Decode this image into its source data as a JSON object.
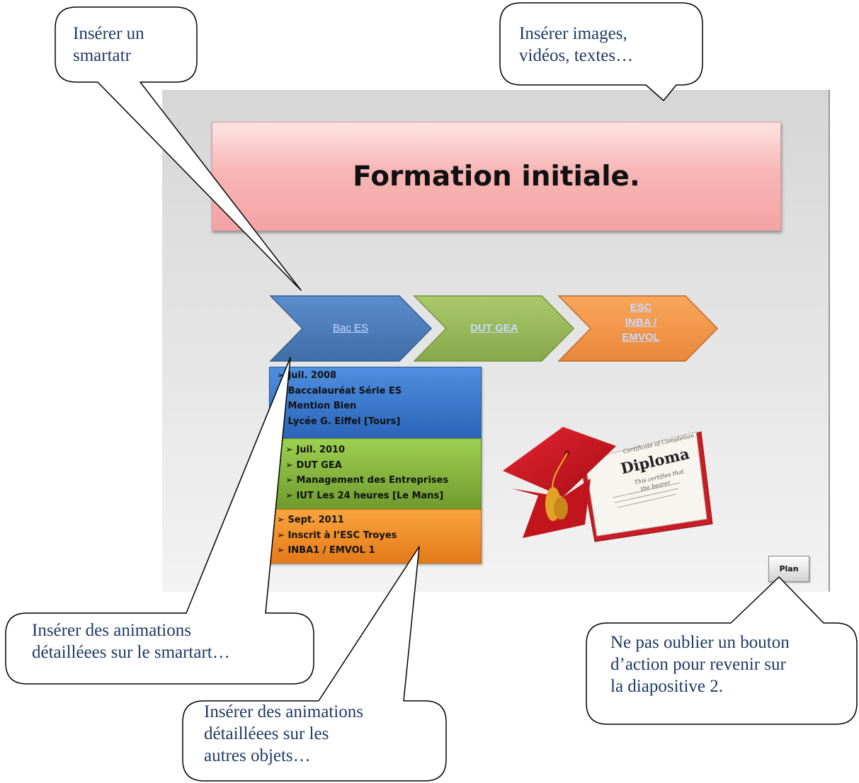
{
  "slide": {
    "title": "Formation initiale.",
    "chevrons": [
      {
        "label": "Bac ES",
        "color": "#4f81bd"
      },
      {
        "label": "DUT GEA",
        "color": "#9bbb59"
      },
      {
        "label_line1": "ESC",
        "label_line2": "INBA /",
        "label_line3": "EMVOL",
        "color": "#f79646"
      }
    ],
    "panels": {
      "blue": [
        "Juil. 2008",
        "Baccalauréat Série ES",
        "Mention Bien",
        "Lycée G. Eiffel [Tours]"
      ],
      "green": [
        "Juil. 2010",
        "DUT GEA",
        "Management des Entreprises",
        "IUT Les 24 heures [Le Mans]"
      ],
      "orange": [
        "Sept. 2011",
        "Inscrit à l’ESC Troyes",
        "INBA1 / EMVOL 1"
      ]
    },
    "diploma": {
      "cert_line": "Certificate of Completion",
      "title": "Diploma",
      "line1": "This certifies that",
      "line2": "the bearer"
    },
    "plan_button": "Plan"
  },
  "callouts": {
    "smartart": {
      "line1": "Insérer un",
      "line2": "smartatr"
    },
    "media": {
      "line1": "Insérer images,",
      "line2": "vidéos, textes…"
    },
    "anim_smartart": {
      "line1": "Insérer des animations",
      "line2": "détailléees sur le smartart…"
    },
    "anim_objects": {
      "line1": "Insérer des animations",
      "line2": "détailléees sur les",
      "line3": "autres objets…"
    },
    "action_button": {
      "line1": "Ne pas oublier un bouton",
      "line2": "d’action pour revenir sur",
      "line3": "la diapositive 2."
    }
  },
  "colors": {
    "callout_text": "#1f3a63",
    "blue": "#4f81bd",
    "green": "#9bbb59",
    "orange": "#f79646",
    "title_pink": "#f8b6b6"
  }
}
